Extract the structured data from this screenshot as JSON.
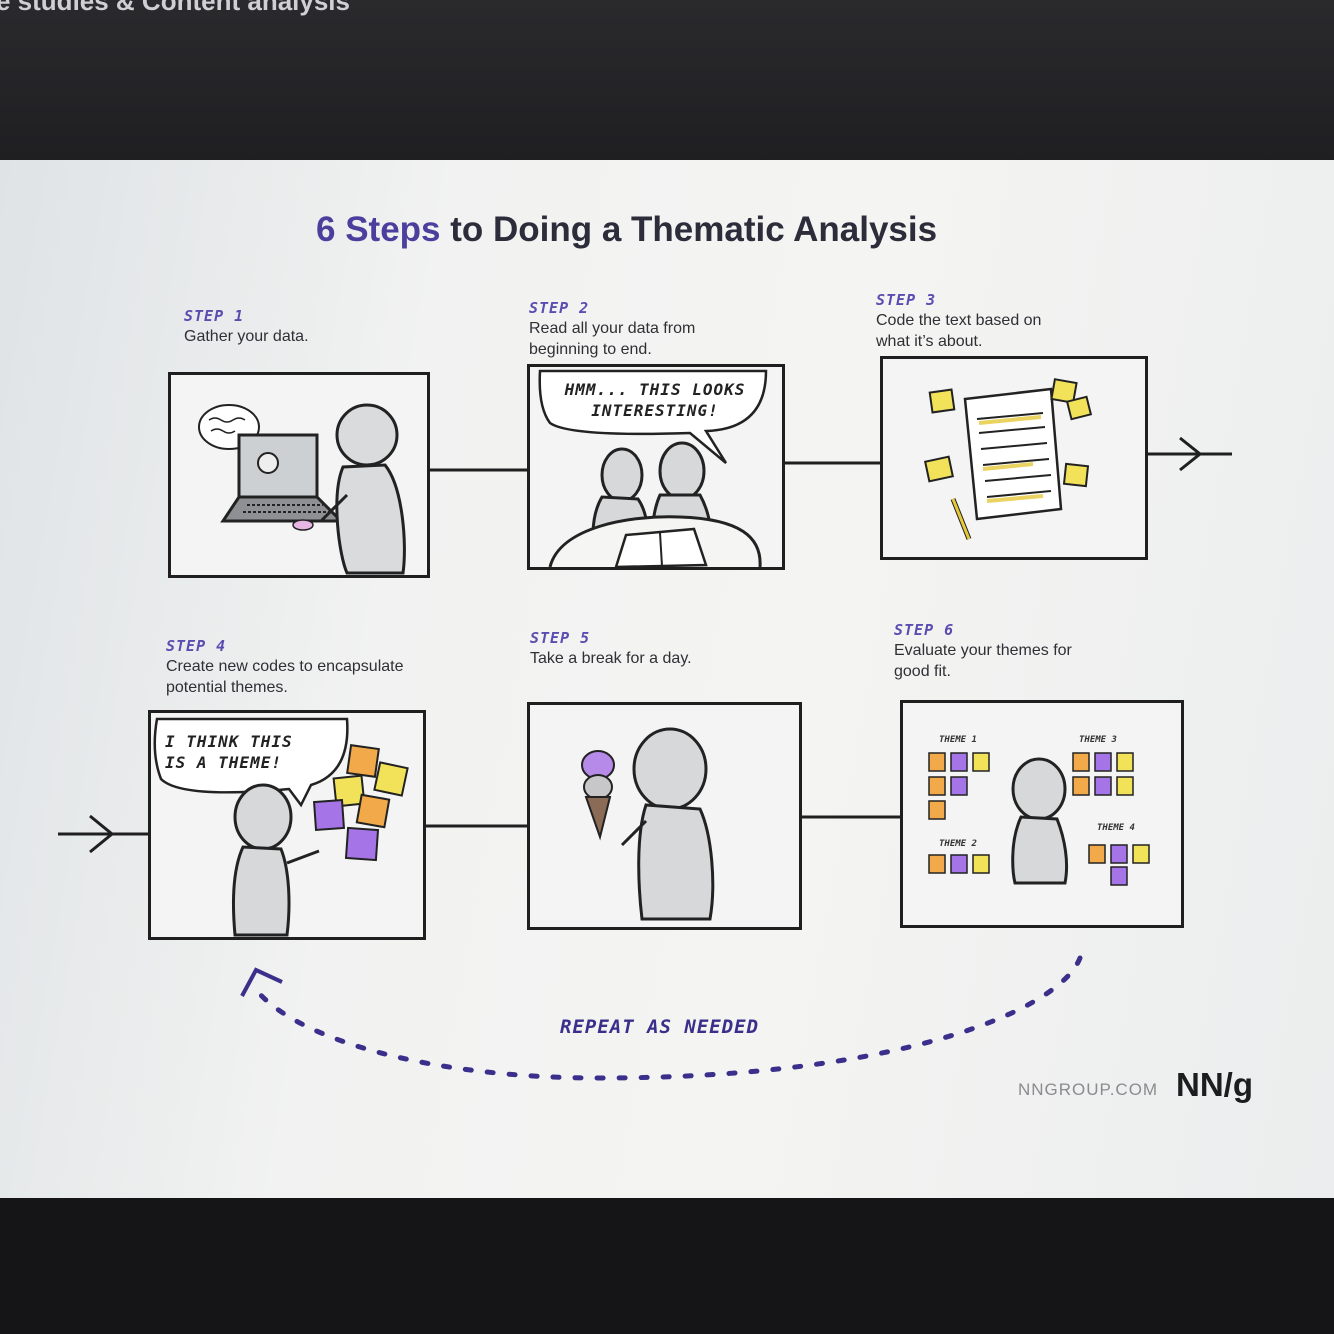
{
  "window": {
    "top_text": "e studies &  Content analysis"
  },
  "title": {
    "prefix": "6 Steps",
    "rest": " to Doing a Thematic Analysis"
  },
  "steps": [
    {
      "label": "STEP 1",
      "desc": "Gather your data."
    },
    {
      "label": "STEP 2",
      "desc": "Read all your data from beginning to end."
    },
    {
      "label": "STEP 3",
      "desc": "Code the text based on what it’s about."
    },
    {
      "label": "STEP 4",
      "desc": "Create new codes to encapsulate potential themes."
    },
    {
      "label": "STEP 5",
      "desc": "Take a break for a day."
    },
    {
      "label": "STEP 6",
      "desc": "Evaluate your themes for good fit."
    }
  ],
  "bubbles": {
    "step2": "HMM... THIS LOOKS INTERESTING!",
    "step4": "I THINK THIS IS A THEME!"
  },
  "themes": [
    "THEME 1",
    "THEME 2",
    "THEME 3",
    "THEME 4"
  ],
  "loop_label": "REPEAT AS NEEDED",
  "footer": {
    "site": "NNGROUP.COM",
    "logo": "NN/g"
  },
  "colors": {
    "accent": "#4b3f9e",
    "sticky_yellow": "#f2e25a",
    "sticky_orange": "#f2a94a",
    "sticky_purple": "#a574e6",
    "line": "#1f1f1f"
  }
}
